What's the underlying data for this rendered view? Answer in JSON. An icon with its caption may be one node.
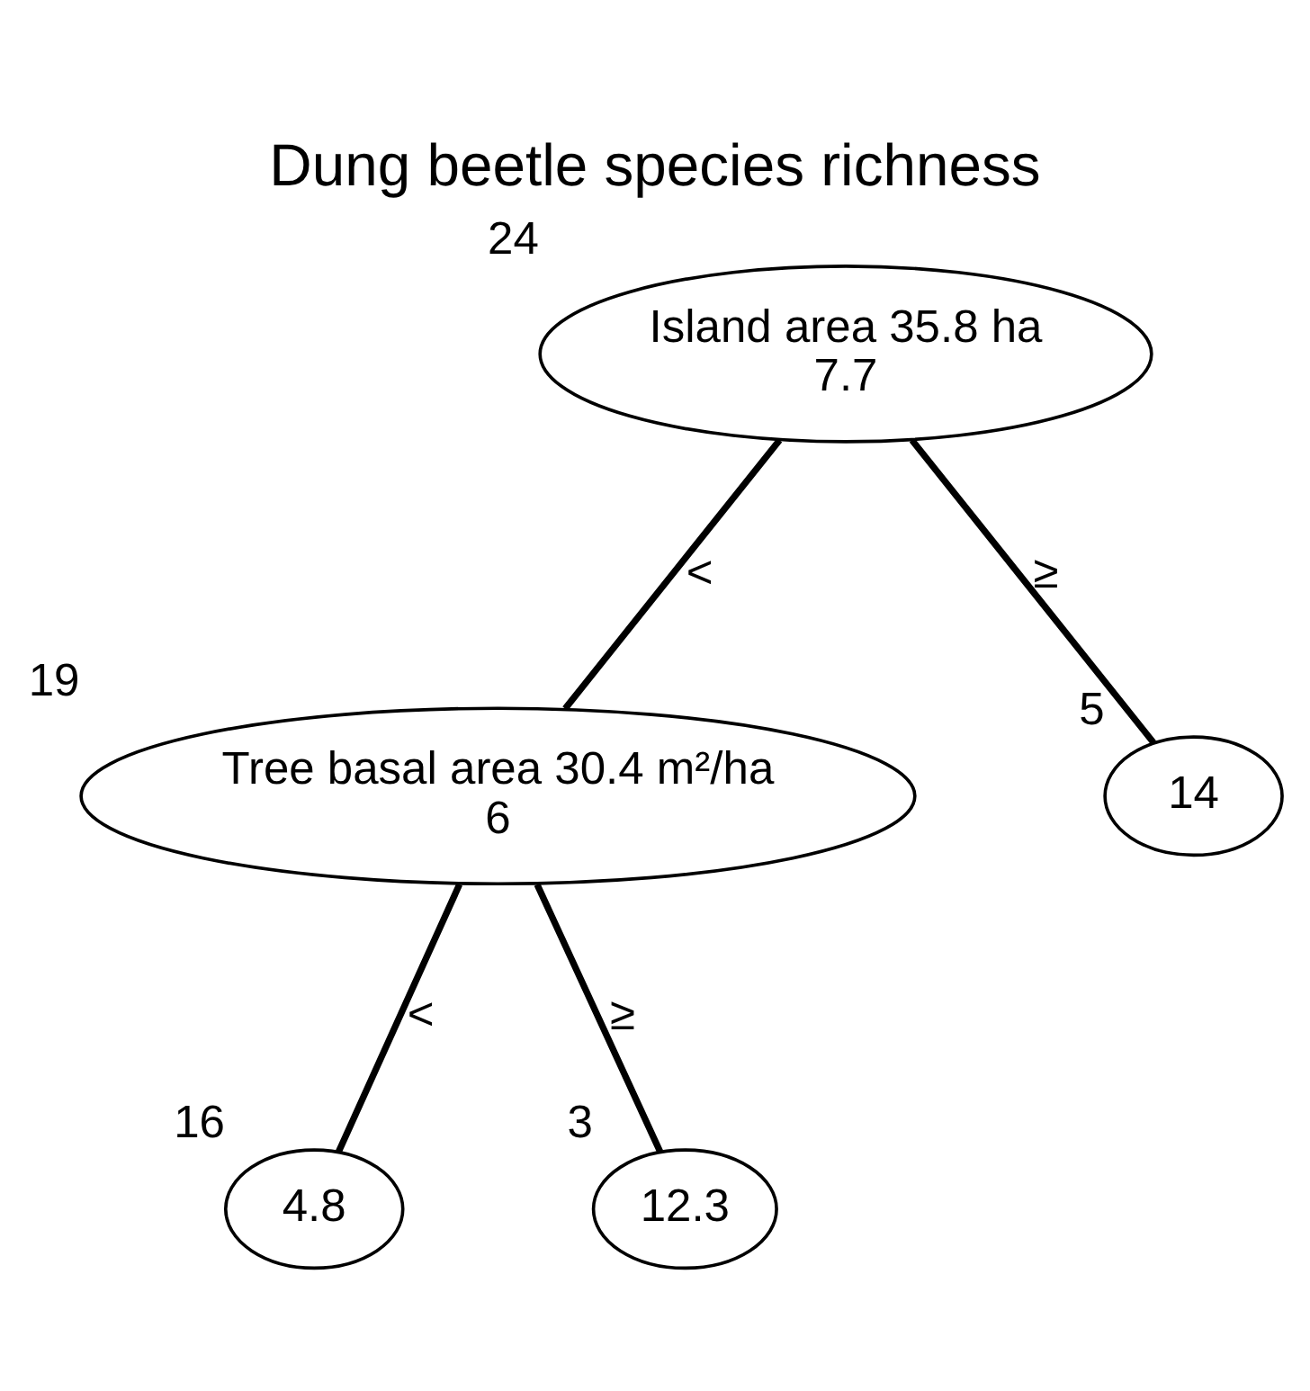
{
  "diagram": {
    "title": "Dung beetle species richness",
    "nodes": [
      {
        "text": [
          "Island area 35.8 ha",
          "7.7"
        ],
        "beside": [
          "24"
        ]
      },
      {
        "text": [
          "Tree basal area 30.4 m²/ha",
          "6"
        ],
        "beside": [
          "19"
        ]
      },
      {
        "text": [
          "14"
        ],
        "beside": [
          "5"
        ]
      },
      {
        "text": [
          "4.8"
        ],
        "beside": [
          "16"
        ]
      },
      {
        "text": [
          "12.3"
        ],
        "beside": [
          "3"
        ]
      }
    ],
    "edges": [
      {
        "from": 0,
        "to": 1,
        "arrow": "none",
        "label": "<"
      },
      {
        "from": 0,
        "to": 2,
        "arrow": "none",
        "label": "≥"
      },
      {
        "from": 1,
        "to": 3,
        "arrow": "none",
        "label": "<"
      },
      {
        "from": 1,
        "to": 4,
        "arrow": "none",
        "label": "≥"
      }
    ]
  }
}
